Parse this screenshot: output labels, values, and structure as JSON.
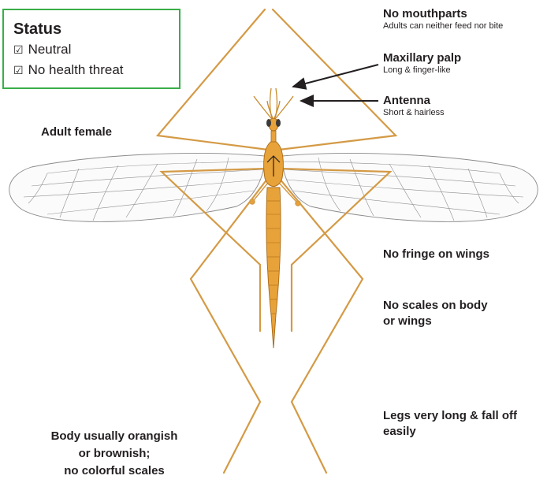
{
  "status": {
    "title": "Status",
    "items": [
      {
        "check": "☑",
        "text": "Neutral"
      },
      {
        "check": "☑",
        "text": "No health threat"
      }
    ]
  },
  "labels": {
    "adult_female": "Adult female",
    "no_mouthparts": {
      "title": "No mouthparts",
      "sub": "Adults can neither feed nor bite"
    },
    "maxillary_palp": {
      "title": "Maxillary palp",
      "sub": "Long & finger-like"
    },
    "antenna": {
      "title": "Antenna",
      "sub": "Short & hairless"
    },
    "no_fringe": "No fringe on wings",
    "no_scales_line1": "No scales on body",
    "no_scales_line2": "or wings",
    "legs_line1": "Legs very long & fall off",
    "legs_line2": "easily",
    "body_line1": "Body usually orangish",
    "body_line2": "or brownish;",
    "body_line3": "no colorful scales"
  },
  "colors": {
    "body": "#e8a23a",
    "body_stroke": "#a86a14",
    "legs": "#d49a45",
    "wing_vein": "#7a7a7a",
    "status_border": "#3aae49",
    "text": "#231f20"
  }
}
